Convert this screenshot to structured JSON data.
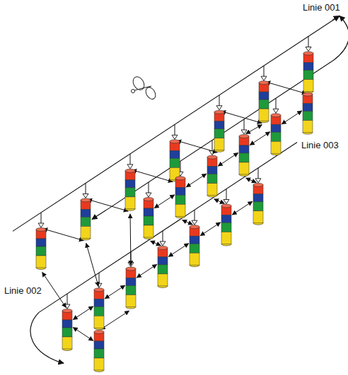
{
  "diagram": {
    "labels": [
      "Linie 001",
      "Linie 002",
      "Linie 003"
    ]
  }
}
